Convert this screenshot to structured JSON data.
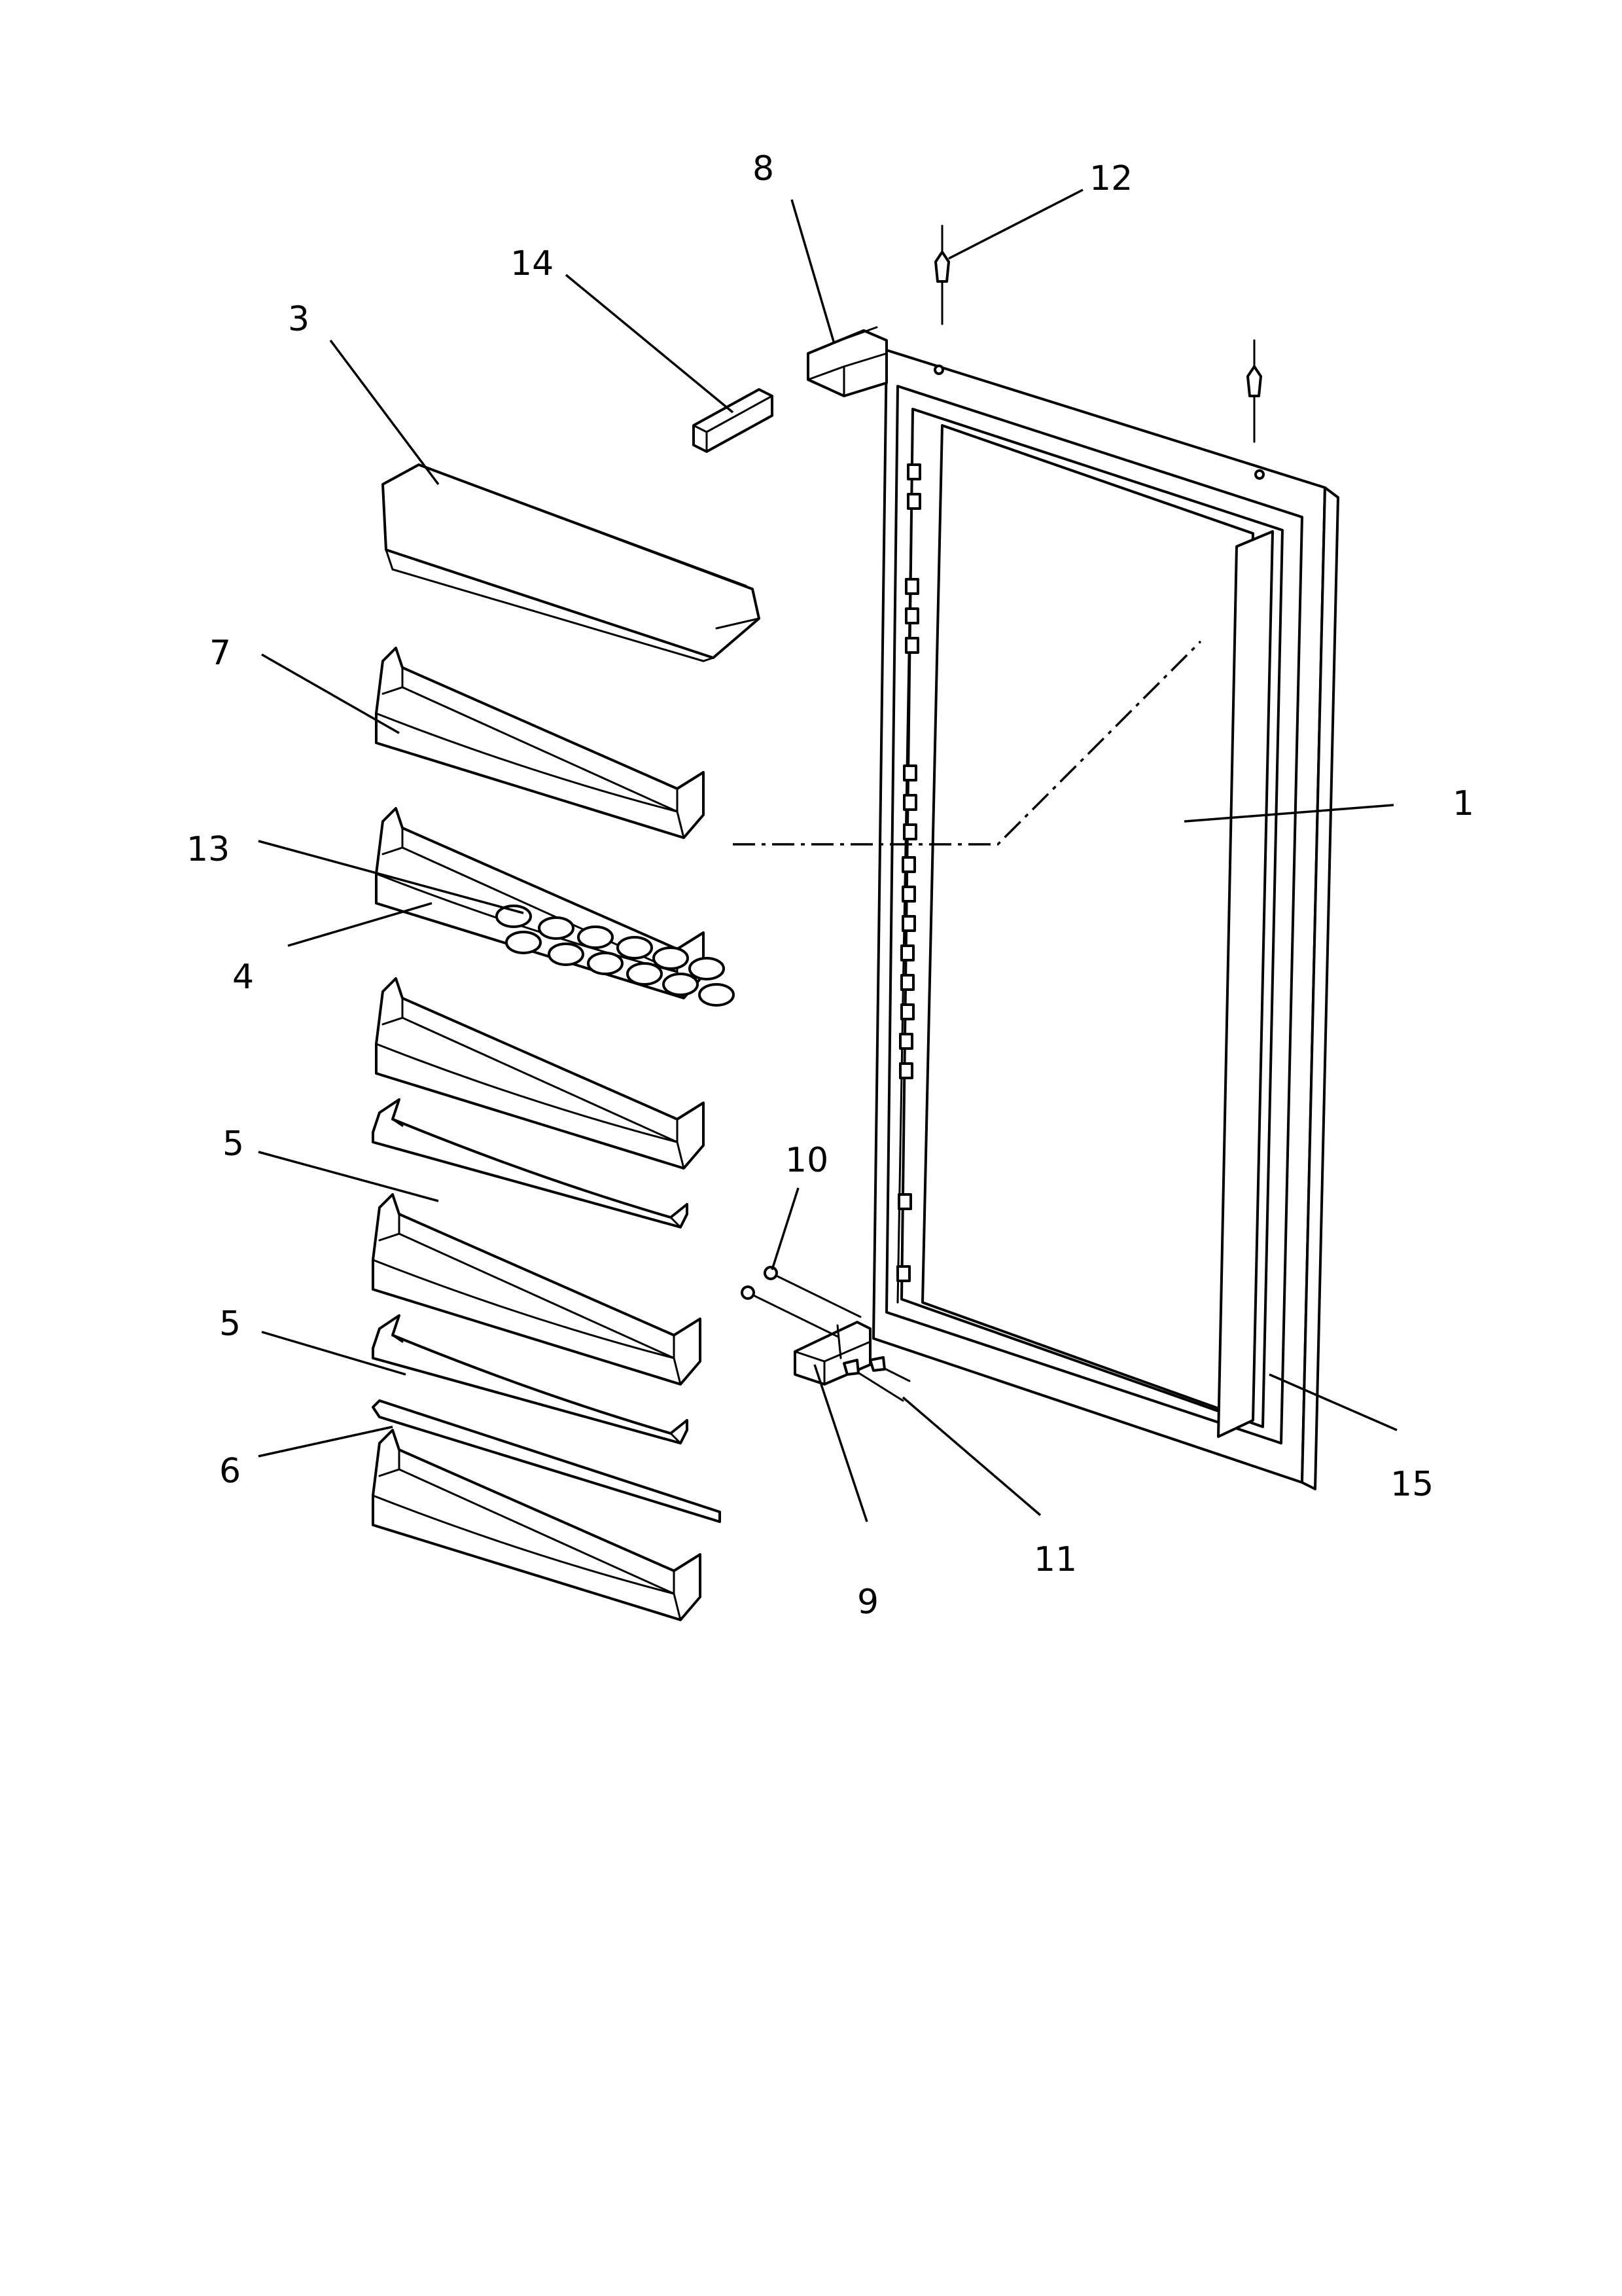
{
  "diagram": {
    "callouts": [
      {
        "id": "c1",
        "label": "1"
      },
      {
        "id": "c3",
        "label": "3"
      },
      {
        "id": "c4",
        "label": "4"
      },
      {
        "id": "c5a",
        "label": "5"
      },
      {
        "id": "c5b",
        "label": "5"
      },
      {
        "id": "c6",
        "label": "6"
      },
      {
        "id": "c7",
        "label": "7"
      },
      {
        "id": "c8",
        "label": "8"
      },
      {
        "id": "c9",
        "label": "9"
      },
      {
        "id": "c10",
        "label": "10"
      },
      {
        "id": "c11",
        "label": "11"
      },
      {
        "id": "c12",
        "label": "12"
      },
      {
        "id": "c13",
        "label": "13"
      },
      {
        "id": "c14",
        "label": "14"
      },
      {
        "id": "c15",
        "label": "15"
      }
    ]
  }
}
